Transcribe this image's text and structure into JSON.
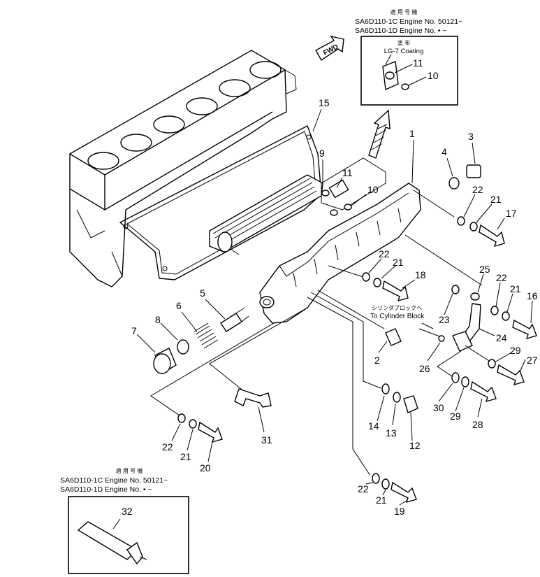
{
  "top_note": {
    "jp_title": "適 用 号 機",
    "line1": "SA6D110-1C Engine No. 50121~",
    "line2": "SA6D110-1D Engine No. • ~"
  },
  "bottom_note": {
    "jp_title": "適 用 号 機",
    "line1": "SA6D110-1C Engine No. 50121~",
    "line2": "SA6D110-1D Engine No. • ~"
  },
  "coating": {
    "jp": "塗 布",
    "label": "LG-7 Coating"
  },
  "fwd_label": "FWD",
  "cylinder_note": {
    "jp": "シリンダブロックへ",
    "en": "To Cylinder Block"
  },
  "callouts": {
    "c1": "1",
    "c2": "2",
    "c3": "3",
    "c4": "4",
    "c5": "5",
    "c6": "6",
    "c7": "7",
    "c8": "8",
    "c9": "9",
    "c10": "10",
    "c10b": "10",
    "c11": "11",
    "c11b": "11",
    "c12": "12",
    "c13": "13",
    "c14": "14",
    "c15": "15",
    "c16": "16",
    "c17": "17",
    "c18": "18",
    "c19": "19",
    "c20": "20",
    "c21a": "21",
    "c21b": "21",
    "c21c": "21",
    "c21d": "21",
    "c21e": "21",
    "c22a": "22",
    "c22b": "22",
    "c22c": "22",
    "c22d": "22",
    "c22e": "22",
    "c23": "23",
    "c24": "24",
    "c25": "25",
    "c26": "26",
    "c27": "27",
    "c28": "28",
    "c29a": "29",
    "c29b": "29",
    "c30": "30",
    "c31": "31",
    "c32": "32"
  }
}
